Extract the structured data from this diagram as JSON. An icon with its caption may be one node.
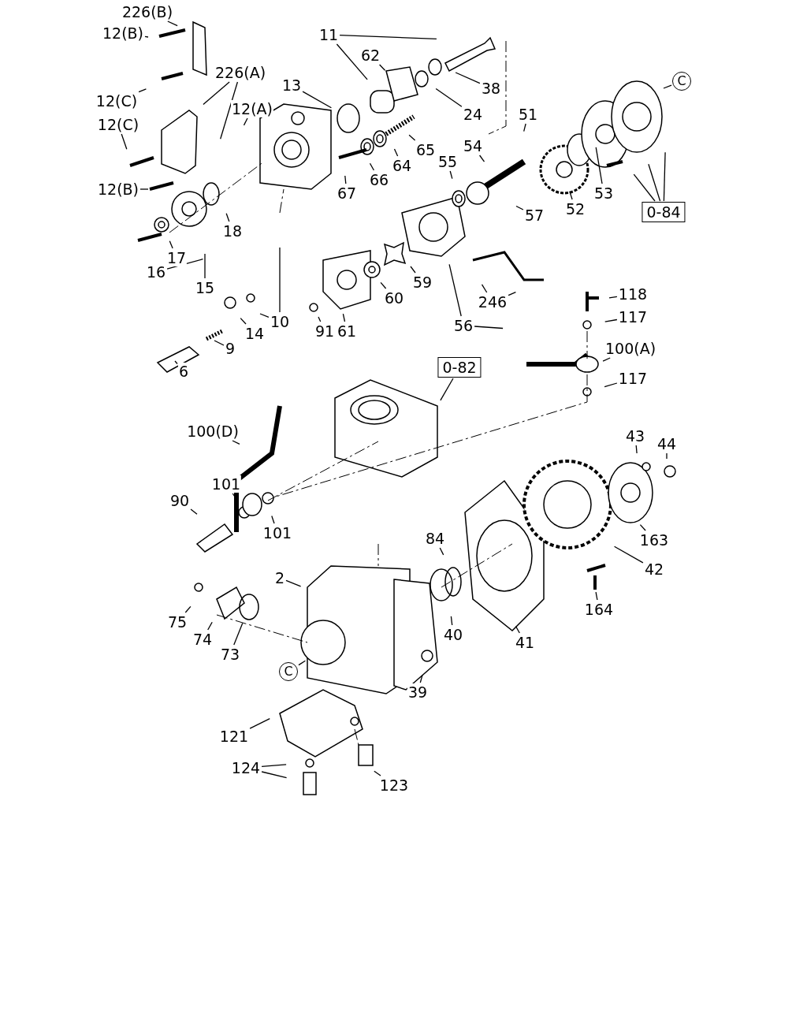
{
  "diagram": {
    "nodes": [
      {
        "text": [
          "226(B)"
        ]
      },
      {
        "text": [
          "12(B)"
        ]
      },
      {
        "text": [
          "11"
        ]
      },
      {
        "text": [
          "62"
        ]
      },
      {
        "text": [
          "226(A)"
        ]
      },
      {
        "text": [
          "38"
        ]
      },
      {
        "text": [
          "13"
        ]
      },
      {
        "text": [
          "12(C)"
        ]
      },
      {
        "text": [
          "12(A)"
        ]
      },
      {
        "text": [
          "24"
        ]
      },
      {
        "text": [
          "51"
        ]
      },
      {
        "text": [
          "12(C)"
        ]
      },
      {
        "text": [
          "54"
        ]
      },
      {
        "text": [
          "65"
        ]
      },
      {
        "text": [
          "64"
        ]
      },
      {
        "text": [
          "55"
        ]
      },
      {
        "text": [
          "66"
        ]
      },
      {
        "text": [
          "67"
        ]
      },
      {
        "text": [
          "12(B)"
        ]
      },
      {
        "text": [
          "57"
        ]
      },
      {
        "text": [
          "52"
        ]
      },
      {
        "text": [
          "53"
        ]
      },
      {
        "text": [
          "0-84"
        ]
      },
      {
        "text": [
          "C"
        ]
      },
      {
        "text": [
          "18"
        ]
      },
      {
        "text": [
          "17"
        ]
      },
      {
        "text": [
          "15"
        ]
      },
      {
        "text": [
          "16"
        ]
      },
      {
        "text": [
          "60"
        ]
      },
      {
        "text": [
          "59"
        ]
      },
      {
        "text": [
          "246"
        ]
      },
      {
        "text": [
          "118"
        ]
      },
      {
        "text": [
          "117"
        ]
      },
      {
        "text": [
          "10"
        ]
      },
      {
        "text": [
          "91"
        ]
      },
      {
        "text": [
          "61"
        ]
      },
      {
        "text": [
          "56"
        ]
      },
      {
        "text": [
          "14"
        ]
      },
      {
        "text": [
          "9"
        ]
      },
      {
        "text": [
          "100(A)"
        ]
      },
      {
        "text": [
          "0-82"
        ]
      },
      {
        "text": [
          "6"
        ]
      },
      {
        "text": [
          "117"
        ]
      },
      {
        "text": [
          "100(D)"
        ]
      },
      {
        "text": [
          "44"
        ]
      },
      {
        "text": [
          "43"
        ]
      },
      {
        "text": [
          "101"
        ]
      },
      {
        "text": [
          "90"
        ]
      },
      {
        "text": [
          "101"
        ]
      },
      {
        "text": [
          "84"
        ]
      },
      {
        "text": [
          "163"
        ]
      },
      {
        "text": [
          "42"
        ]
      },
      {
        "text": [
          "2"
        ]
      },
      {
        "text": [
          "164"
        ]
      },
      {
        "text": [
          "75"
        ]
      },
      {
        "text": [
          "74"
        ]
      },
      {
        "text": [
          "40"
        ]
      },
      {
        "text": [
          "41"
        ]
      },
      {
        "text": [
          "73"
        ]
      },
      {
        "text": [
          "C"
        ]
      },
      {
        "text": [
          "39"
        ]
      },
      {
        "text": [
          "121"
        ]
      },
      {
        "text": [
          "124"
        ]
      },
      {
        "text": [
          "123"
        ]
      }
    ],
    "edges": [
      {
        "from": 0,
        "to": null,
        "arrow": "none"
      },
      {
        "from": 1,
        "to": null,
        "arrow": "none"
      },
      {
        "from": 2,
        "to": null,
        "arrow": "none"
      },
      {
        "from": 2,
        "to": null,
        "arrow": "none"
      },
      {
        "from": 3,
        "to": null,
        "arrow": "none"
      },
      {
        "from": 4,
        "to": null,
        "arrow": "none"
      },
      {
        "from": 4,
        "to": null,
        "arrow": "none"
      },
      {
        "from": 5,
        "to": null,
        "arrow": "none"
      },
      {
        "from": 6,
        "to": null,
        "arrow": "none"
      },
      {
        "from": 7,
        "to": null,
        "arrow": "none"
      },
      {
        "from": 8,
        "to": null,
        "arrow": "none"
      },
      {
        "from": 9,
        "to": null,
        "arrow": "none"
      },
      {
        "from": 10,
        "to": null,
        "arrow": "none"
      },
      {
        "from": 11,
        "to": null,
        "arrow": "none"
      },
      {
        "from": 12,
        "to": null,
        "arrow": "none"
      },
      {
        "from": 13,
        "to": null,
        "arrow": "none"
      },
      {
        "from": 14,
        "to": null,
        "arrow": "none"
      },
      {
        "from": 15,
        "to": null,
        "arrow": "none"
      },
      {
        "from": 16,
        "to": null,
        "arrow": "none"
      },
      {
        "from": 17,
        "to": null,
        "arrow": "none"
      },
      {
        "from": 18,
        "to": null,
        "arrow": "none"
      },
      {
        "from": 19,
        "to": null,
        "arrow": "none"
      },
      {
        "from": 20,
        "to": null,
        "arrow": "none"
      },
      {
        "from": 21,
        "to": null,
        "arrow": "none"
      },
      {
        "from": 22,
        "to": null,
        "arrow": "none"
      },
      {
        "from": 22,
        "to": null,
        "arrow": "none"
      },
      {
        "from": 22,
        "to": null,
        "arrow": "none"
      },
      {
        "from": 23,
        "to": null,
        "arrow": "none"
      },
      {
        "from": 24,
        "to": null,
        "arrow": "none"
      },
      {
        "from": 25,
        "to": null,
        "arrow": "none"
      },
      {
        "from": 26,
        "to": null,
        "arrow": "none"
      },
      {
        "from": 27,
        "to": null,
        "arrow": "none"
      },
      {
        "from": 28,
        "to": null,
        "arrow": "none"
      },
      {
        "from": 29,
        "to": null,
        "arrow": "none"
      },
      {
        "from": 30,
        "to": null,
        "arrow": "none"
      },
      {
        "from": 30,
        "to": null,
        "arrow": "none"
      },
      {
        "from": 31,
        "to": null,
        "arrow": "none"
      },
      {
        "from": 32,
        "to": null,
        "arrow": "none"
      },
      {
        "from": 33,
        "to": null,
        "arrow": "none"
      },
      {
        "from": 33,
        "to": null,
        "arrow": "none"
      },
      {
        "from": 34,
        "to": null,
        "arrow": "none"
      },
      {
        "from": 35,
        "to": null,
        "arrow": "none"
      },
      {
        "from": 36,
        "to": null,
        "arrow": "none"
      },
      {
        "from": 36,
        "to": null,
        "arrow": "none"
      },
      {
        "from": 37,
        "to": null,
        "arrow": "none"
      },
      {
        "from": 38,
        "to": null,
        "arrow": "none"
      },
      {
        "from": 39,
        "to": null,
        "arrow": "none"
      },
      {
        "from": 40,
        "to": null,
        "arrow": "none"
      },
      {
        "from": 41,
        "to": null,
        "arrow": "none"
      },
      {
        "from": 42,
        "to": null,
        "arrow": "none"
      },
      {
        "from": 43,
        "to": null,
        "arrow": "none"
      },
      {
        "from": 44,
        "to": null,
        "arrow": "none"
      },
      {
        "from": 45,
        "to": null,
        "arrow": "none"
      },
      {
        "from": 46,
        "to": null,
        "arrow": "none"
      },
      {
        "from": 47,
        "to": null,
        "arrow": "none"
      },
      {
        "from": 48,
        "to": null,
        "arrow": "none"
      },
      {
        "from": 49,
        "to": null,
        "arrow": "none"
      },
      {
        "from": 50,
        "to": null,
        "arrow": "none"
      },
      {
        "from": 51,
        "to": null,
        "arrow": "none"
      },
      {
        "from": 52,
        "to": null,
        "arrow": "none"
      },
      {
        "from": 53,
        "to": null,
        "arrow": "none"
      },
      {
        "from": 54,
        "to": null,
        "arrow": "none"
      },
      {
        "from": 55,
        "to": null,
        "arrow": "none"
      },
      {
        "from": 56,
        "to": null,
        "arrow": "none"
      },
      {
        "from": 57,
        "to": null,
        "arrow": "none"
      },
      {
        "from": 58,
        "to": null,
        "arrow": "none"
      },
      {
        "from": 59,
        "to": null,
        "arrow": "none"
      },
      {
        "from": 60,
        "to": null,
        "arrow": "none"
      },
      {
        "from": 61,
        "to": null,
        "arrow": "none"
      },
      {
        "from": 62,
        "to": null,
        "arrow": "none"
      },
      {
        "from": 62,
        "to": null,
        "arrow": "none"
      },
      {
        "from": 63,
        "to": null,
        "arrow": "none"
      }
    ]
  }
}
